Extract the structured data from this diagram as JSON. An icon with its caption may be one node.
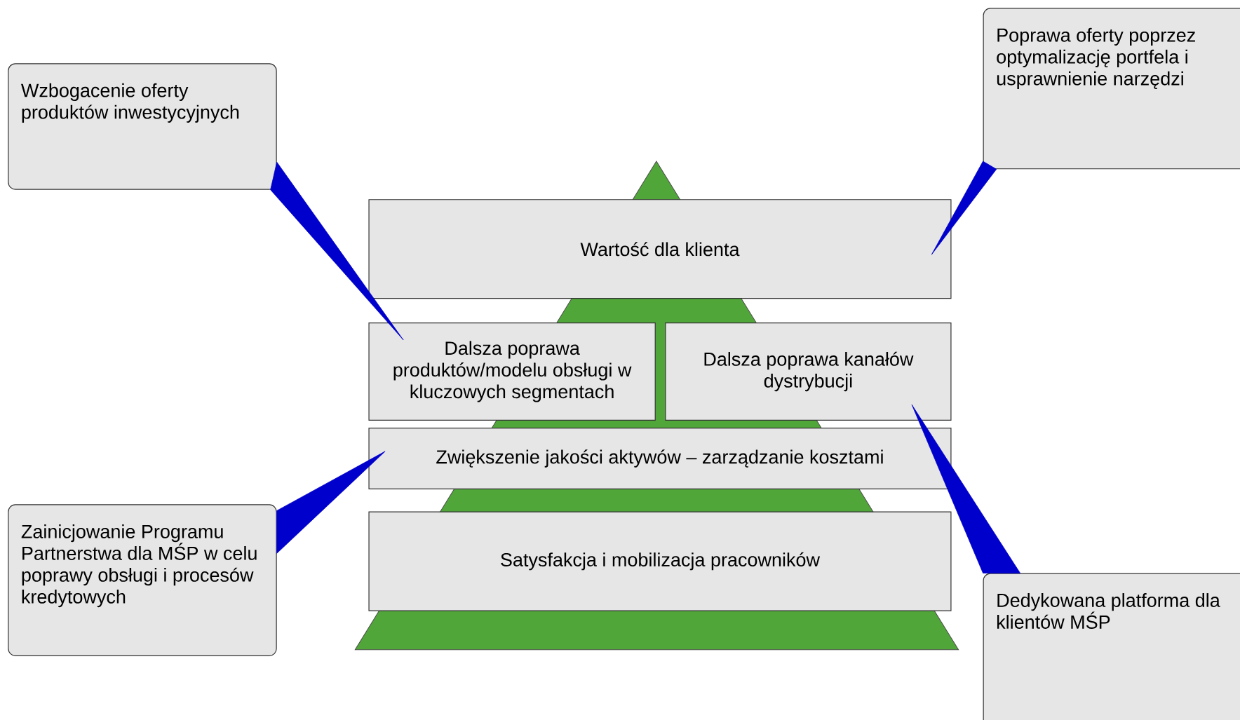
{
  "diagram": {
    "nodes": [
      {
        "text": [
          "Wzbogacenie oferty produktów inwestycyjnych"
        ]
      },
      {
        "text": [
          "Poprawa oferty poprzez optymalizację portfela i usprawnienie narzędzi"
        ]
      },
      {
        "text": [
          "Wartość dla klienta"
        ]
      },
      {
        "text": [
          "Dalsza poprawa produktów/modelu obsługi w kluczowych segmentach"
        ]
      },
      {
        "text": [
          "Dalsza poprawa kanałów dystrybucji"
        ]
      },
      {
        "text": [
          "Zwiększenie jakości aktywów – zarządzanie kosztami"
        ]
      },
      {
        "text": [
          "Satysfakcja i mobilizacja pracowników"
        ]
      },
      {
        "text": [
          "Zainicjowanie Programu Partnerstwa dla MŚP w celu poprawy obsługi i procesów kredytowych"
        ]
      },
      {
        "text": [
          "Dedykowana platforma dla klientów MŚP"
        ]
      }
    ],
    "edges": [
      {
        "from": 0,
        "to": 3,
        "arrow": "none"
      },
      {
        "from": 1,
        "to": 2,
        "arrow": "none"
      },
      {
        "from": 7,
        "to": 5,
        "arrow": "none"
      },
      {
        "from": 8,
        "to": 4,
        "arrow": "none"
      }
    ]
  }
}
